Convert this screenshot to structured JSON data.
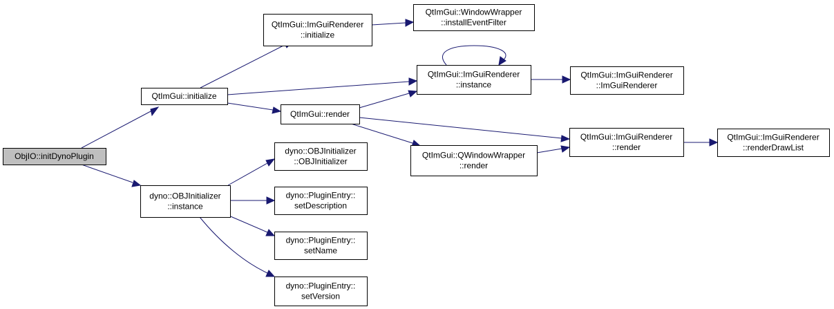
{
  "colors": {
    "edge": "#191970",
    "node_fill": "#ffffff",
    "root_fill": "#bfbfbf",
    "node_border": "#000000"
  },
  "nodes": [
    {
      "id": "n0",
      "lines": [
        "ObjIO::initDynoPlugin"
      ],
      "root": true
    },
    {
      "id": "n1",
      "lines": [
        "QtImGui::initialize"
      ]
    },
    {
      "id": "n2",
      "lines": [
        "QtImGui::ImGuiRenderer",
        "::initialize"
      ]
    },
    {
      "id": "n3",
      "lines": [
        "QtImGui::WindowWrapper",
        "::installEventFilter"
      ]
    },
    {
      "id": "n4",
      "lines": [
        "QtImGui::ImGuiRenderer",
        "::instance"
      ]
    },
    {
      "id": "n5",
      "lines": [
        "QtImGui::ImGuiRenderer",
        "::ImGuiRenderer"
      ]
    },
    {
      "id": "n6",
      "lines": [
        "QtImGui::render"
      ]
    },
    {
      "id": "n7",
      "lines": [
        "QtImGui::ImGuiRenderer",
        "::render"
      ]
    },
    {
      "id": "n8",
      "lines": [
        "QtImGui::ImGuiRenderer",
        "::renderDrawList"
      ]
    },
    {
      "id": "n9",
      "lines": [
        "QtImGui::QWindowWrapper",
        "::render"
      ]
    },
    {
      "id": "n10",
      "lines": [
        "dyno::OBJInitializer",
        "::instance"
      ]
    },
    {
      "id": "n11",
      "lines": [
        "dyno::OBJInitializer",
        "::OBJInitializer"
      ]
    },
    {
      "id": "n12",
      "lines": [
        "dyno::PluginEntry::",
        "setDescription"
      ]
    },
    {
      "id": "n13",
      "lines": [
        "dyno::PluginEntry::",
        "setName"
      ]
    },
    {
      "id": "n14",
      "lines": [
        "dyno::PluginEntry::",
        "setVersion"
      ]
    }
  ],
  "edges": [
    {
      "from": "n0",
      "to": "n1"
    },
    {
      "from": "n0",
      "to": "n10"
    },
    {
      "from": "n1",
      "to": "n2"
    },
    {
      "from": "n1",
      "to": "n4"
    },
    {
      "from": "n1",
      "to": "n6"
    },
    {
      "from": "n2",
      "to": "n3"
    },
    {
      "from": "n4",
      "to": "n4"
    },
    {
      "from": "n4",
      "to": "n5"
    },
    {
      "from": "n6",
      "to": "n4"
    },
    {
      "from": "n6",
      "to": "n7"
    },
    {
      "from": "n6",
      "to": "n9"
    },
    {
      "from": "n7",
      "to": "n8"
    },
    {
      "from": "n9",
      "to": "n7"
    },
    {
      "from": "n10",
      "to": "n11"
    },
    {
      "from": "n10",
      "to": "n12"
    },
    {
      "from": "n10",
      "to": "n13"
    },
    {
      "from": "n10",
      "to": "n14"
    }
  ]
}
